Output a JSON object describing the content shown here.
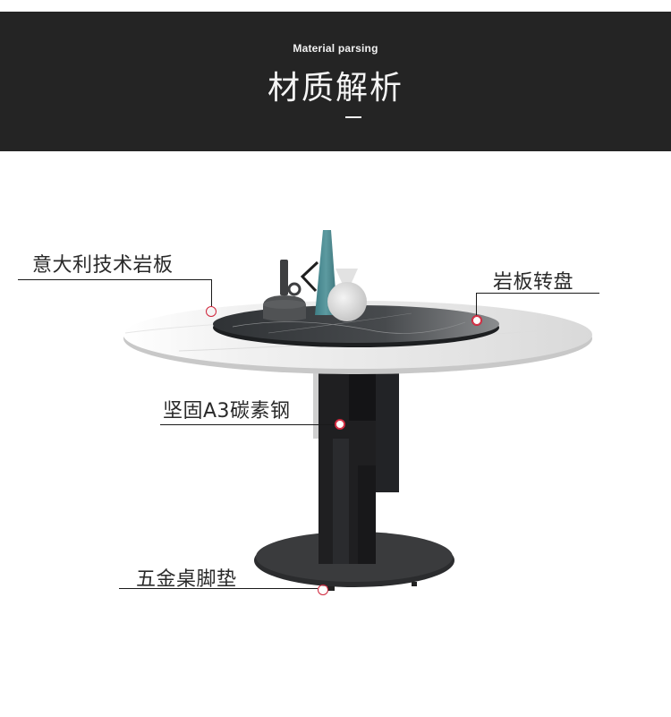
{
  "header": {
    "subtitle_en": "Material parsing",
    "title_zh": "材质解析"
  },
  "callouts": [
    {
      "label": "意大利技术岩板"
    },
    {
      "label": "岩板转盘"
    },
    {
      "label": "坚固A3碳素钢"
    },
    {
      "label": "五金桌脚垫"
    }
  ],
  "colors": {
    "header_bg": "#242424",
    "accent_dot": "#d0243a",
    "vase_teal": "#4f8f95",
    "tabletop_dark": "#3a3d40",
    "steel_black": "#1f1f21"
  }
}
